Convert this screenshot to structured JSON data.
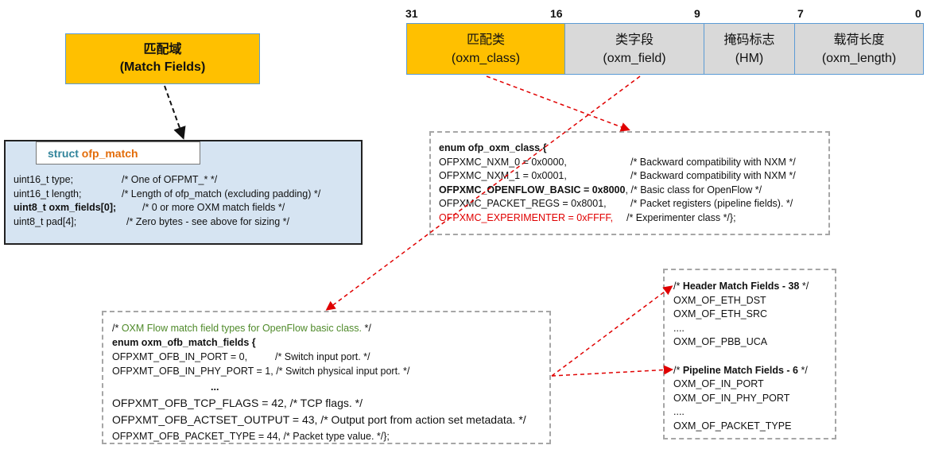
{
  "match_fields": {
    "line1": "匹配域",
    "line2": "(Match Fields)"
  },
  "struct": {
    "keyword": "struct",
    "name": "ofp_match",
    "lines": [
      {
        "code": "uint16_t type;",
        "comment": "/* One of OFPMT_* */"
      },
      {
        "code": "uint16_t length;",
        "comment": "/* Length of ofp_match (excluding padding) */"
      },
      {
        "code": "uint8_t oxm_fields[0];",
        "comment": "/* 0 or more OXM match fields */"
      },
      {
        "code": "uint8_t pad[4];",
        "comment": "/* Zero bytes - see above for sizing */"
      }
    ]
  },
  "bits": {
    "b31": "31",
    "b16": "16",
    "b9": "9",
    "b7": "7",
    "b0": "0"
  },
  "oxm_header": [
    {
      "cn": "匹配类",
      "en": "(oxm_class)"
    },
    {
      "cn": "类字段",
      "en": "(oxm_field)"
    },
    {
      "cn": "掩码标志",
      "en": "(HM)"
    },
    {
      "cn": "载荷长度",
      "en": "(oxm_length)"
    }
  ],
  "enum_class": {
    "title": "enum ofp_oxm_class {",
    "lines": [
      {
        "code": "OFPXMC_NXM_0 = 0x0000,",
        "comment": "/* Backward compatibility with NXM */"
      },
      {
        "code": "OFPXMC_NXM_1 = 0x0001,",
        "comment": "/* Backward compatibility with NXM */"
      },
      {
        "code": "OFPXMC_OPENFLOW_BASIC = 0x8000",
        "comment": ", /* Basic class for OpenFlow */"
      },
      {
        "code": "OFPXMC_PACKET_REGS = 0x8001,",
        "comment": "/* Packet registers (pipeline fields). */"
      },
      {
        "code": "OFPXMC_EXPERIMENTER = 0xFFFF,",
        "comment": "/* Experimenter class */};"
      }
    ]
  },
  "match_enum": {
    "comment_open": "/* ",
    "comment_text": "OXM Flow match field types for OpenFlow basic class.",
    "comment_close": " */",
    "title": "enum oxm_ofb_match_fields {",
    "line1": "OFPXMT_OFB_IN_PORT = 0,",
    "line1_comment": "/* Switch input port. */",
    "line2": "OFPXMT_OFB_IN_PHY_PORT = 1, /* Switch physical input port. */",
    "ellipsis": "...",
    "line3": "OFPXMT_OFB_TCP_FLAGS = 42, /* TCP flags. */",
    "line4": "OFPXMT_OFB_ACTSET_OUTPUT = 43, /* Output port from action set metadata. */",
    "line5": "OFPXMT_OFB_PACKET_TYPE = 44, /* Packet type value. */};"
  },
  "header_fields": {
    "h1_open": "/* ",
    "h1_bold": "Header Match Fields - 38",
    "h1_close": " */",
    "items1": [
      "OXM_OF_ETH_DST",
      "OXM_OF_ETH_SRC",
      "....",
      "OXM_OF_PBB_UCA"
    ],
    "h2_open": "/* ",
    "h2_bold": "Pipeline Match Fields - 6",
    "h2_close": "  */",
    "items2": [
      "OXM_OF_IN_PORT",
      "OXM_OF_IN_PHY_PORT",
      "....",
      "OXM_OF_PACKET_TYPE"
    ]
  },
  "colors": {
    "match_fields_fill": "#FFC000",
    "struct_fill": "#D6E4F2",
    "field_grey": "#D9D9D9",
    "arrow_red": "#E00000",
    "experimenter_red": "#E00000",
    "comment_green": "#4F8A2A"
  }
}
